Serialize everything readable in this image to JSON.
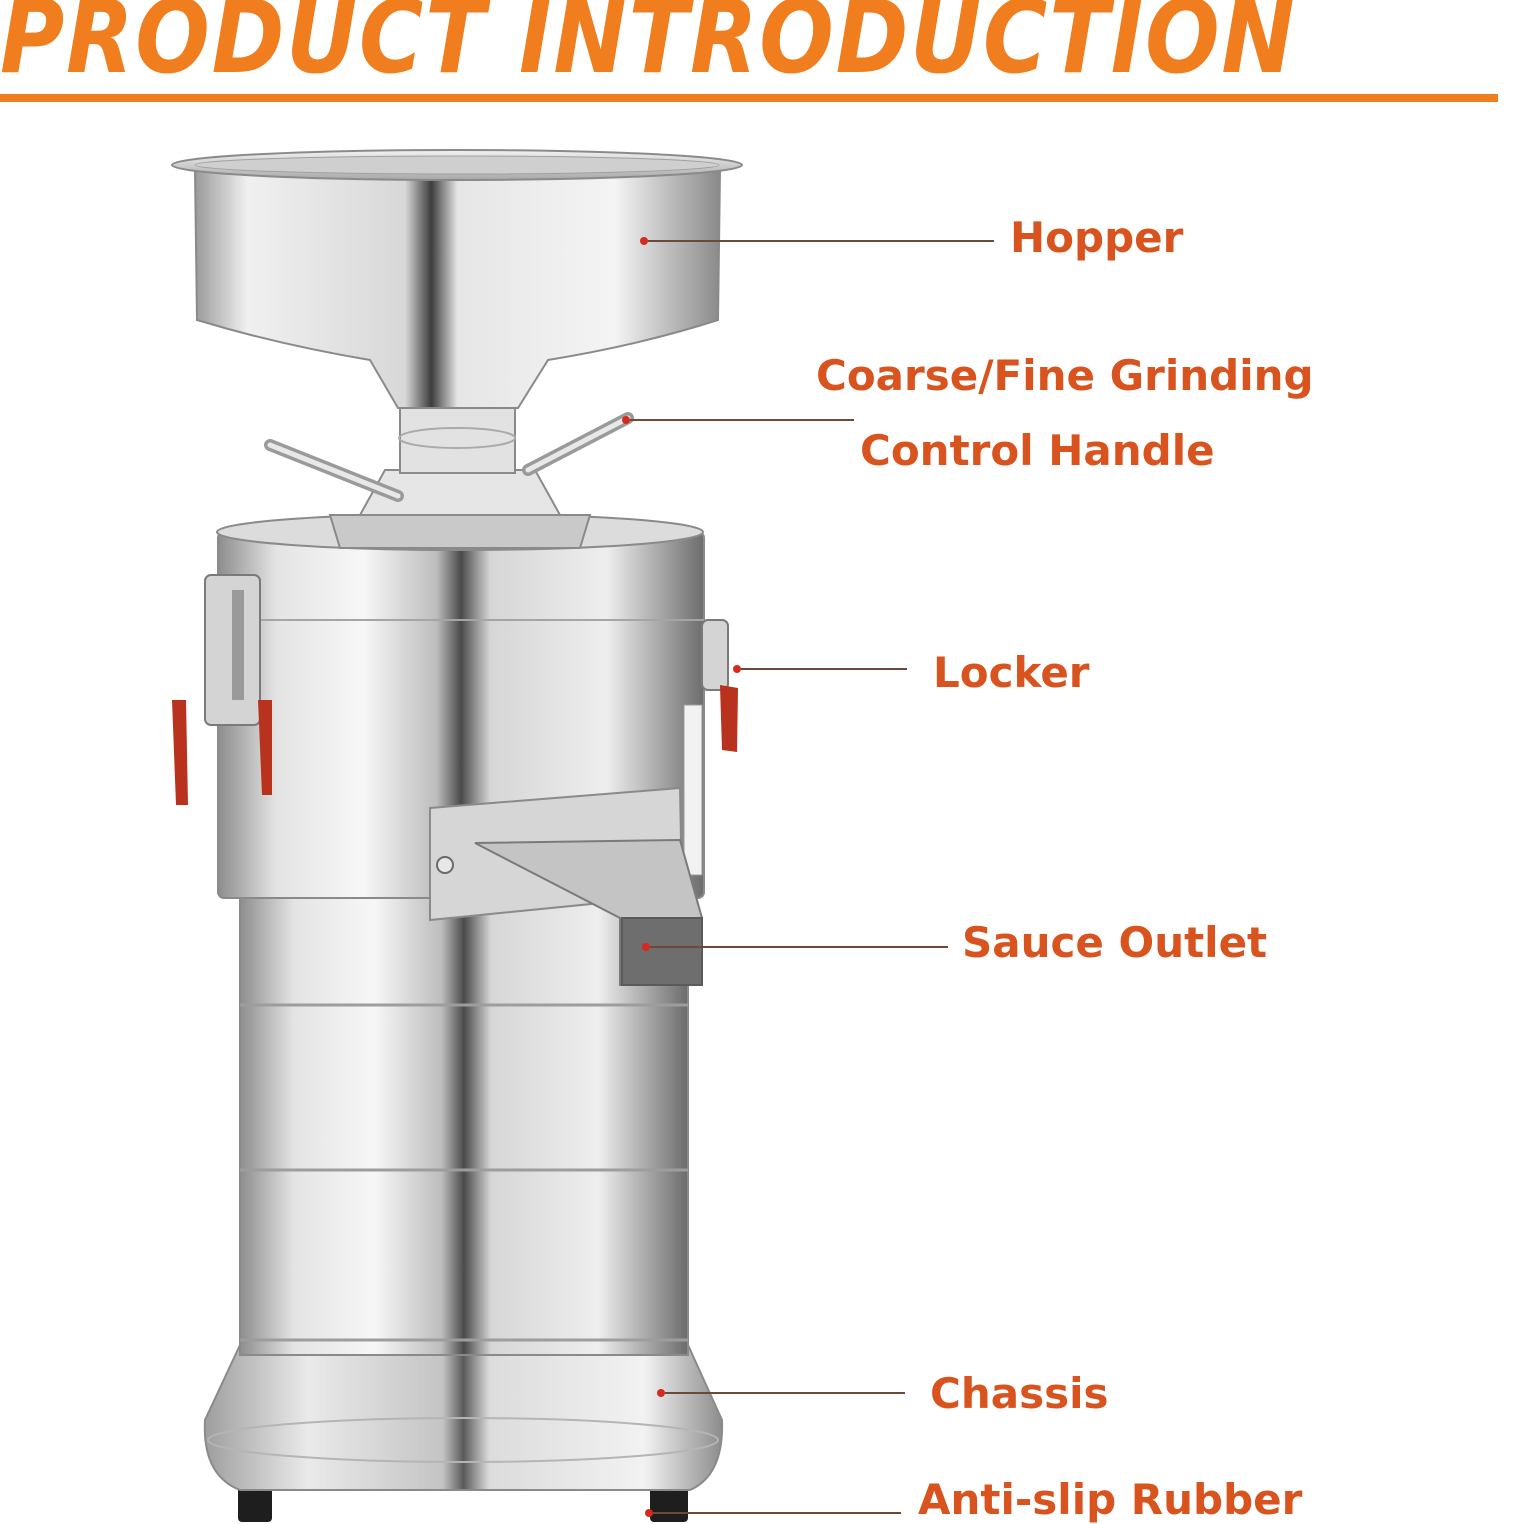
{
  "header": {
    "title": "PRODUCT INTRODUCTION"
  },
  "labels": {
    "hopper": "Hopper",
    "handle_line1": "Coarse/Fine Grinding",
    "handle_line2": "Control Handle",
    "locker": "Locker",
    "sauce_outlet": "Sauce Outlet",
    "chassis": "Chassis",
    "anti_slip": "Anti-slip Rubber"
  },
  "colors": {
    "title_orange": "#f07d1e",
    "label_orange": "#d9531e",
    "leader_dot_red": "#d62a1e",
    "steel": "#c8c8c8",
    "handle_red": "#b8321e"
  }
}
